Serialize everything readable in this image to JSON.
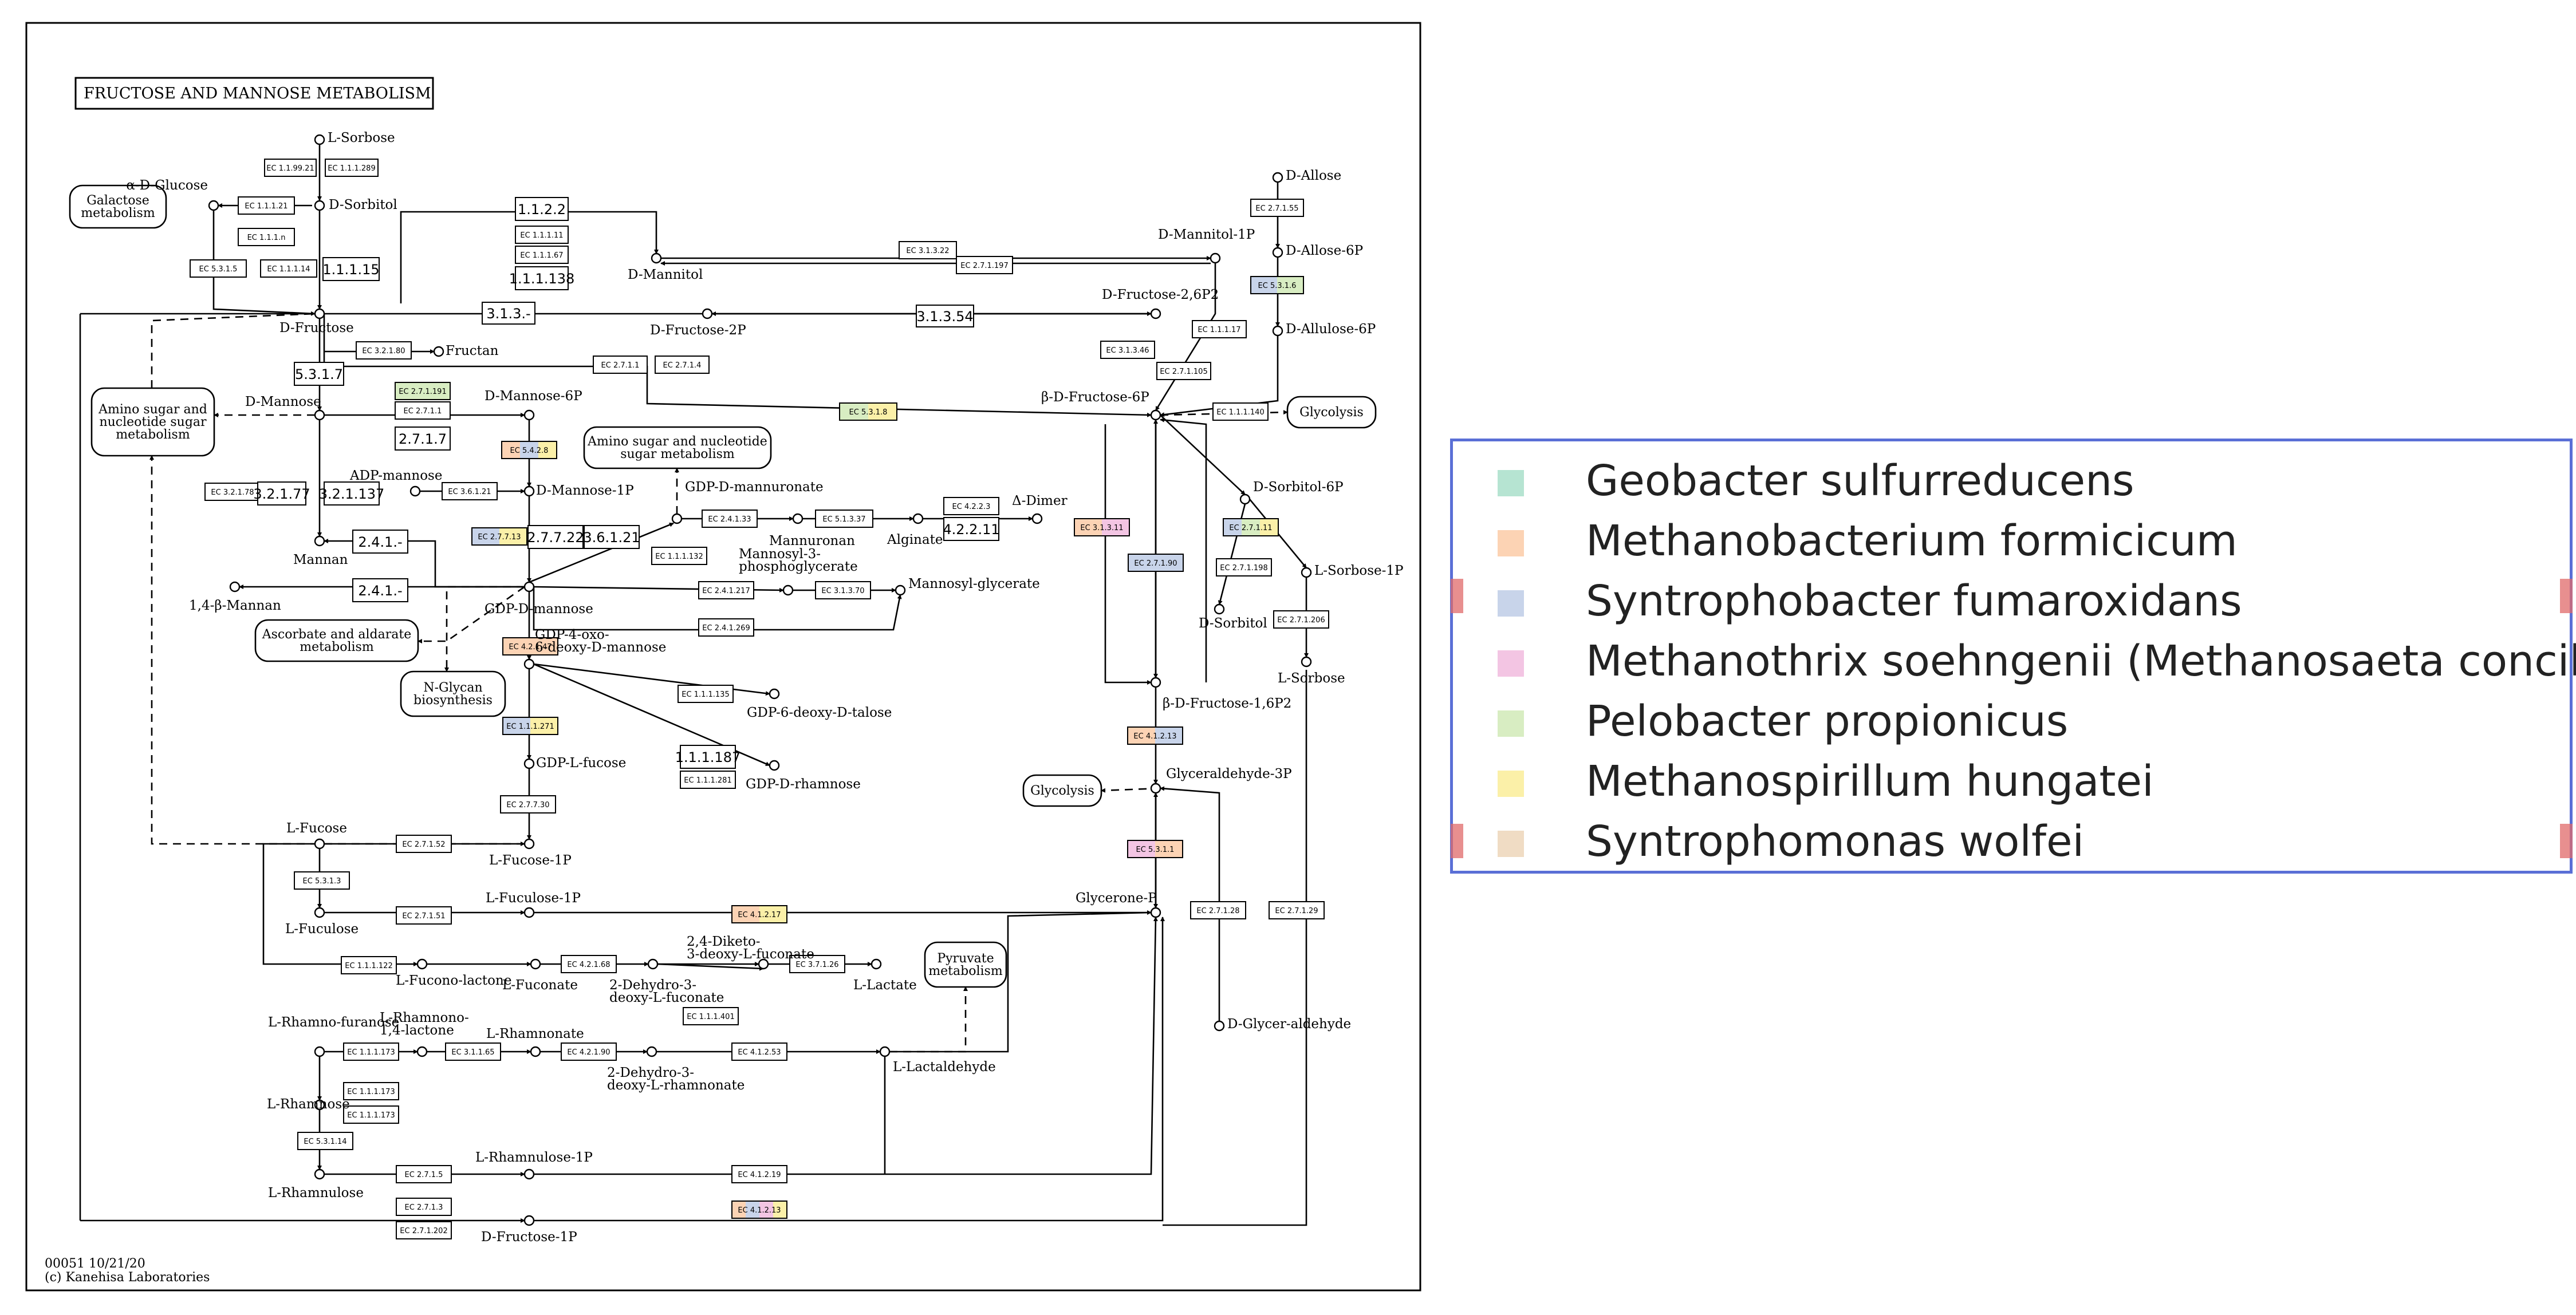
{
  "diagram": {
    "title": "FRUCTOSE AND MANNOSE METABOLISM",
    "footer_line1": "00051 10/21/20",
    "footer_line2": "(c) Kanehisa Laboratories",
    "compounds": [
      {
        "label": "L-Sorbose"
      },
      {
        "label": "α-D-Glucose"
      },
      {
        "label": "D-Sorbitol"
      },
      {
        "label": "D-Mannitol"
      },
      {
        "label": "D-Mannitol-1P"
      },
      {
        "label": "D-Fructose"
      },
      {
        "label": "Fructan"
      },
      {
        "label": "D-Fructose-2P"
      },
      {
        "label": "D-Fructose-2,6P2"
      },
      {
        "label": "D-Mannose"
      },
      {
        "label": "D-Mannose-6P"
      },
      {
        "label": "β-D-Fructose-6P"
      },
      {
        "label": "D-Allose"
      },
      {
        "label": "D-Allose-6P"
      },
      {
        "label": "D-Allulose-6P"
      },
      {
        "label": "ADP-mannose"
      },
      {
        "label": "D-Mannose-1P"
      },
      {
        "label": "GDP-D-mannuronate"
      },
      {
        "label": "Mannuronan"
      },
      {
        "label": "Alginate"
      },
      {
        "label": "Δ-Dimer"
      },
      {
        "label": "Mannan"
      },
      {
        "label": "1,4-β-Mannan"
      },
      {
        "label": "GDP-D-mannose"
      },
      {
        "label": "Mannosyl-3-phosphoglycerate"
      },
      {
        "label": "Mannosyl-glycerate"
      },
      {
        "label": "GDP-4-oxo-6-deoxy-D-mannose"
      },
      {
        "label": "GDP-6-deoxy-D-talose"
      },
      {
        "label": "GDP-L-fucose"
      },
      {
        "label": "GDP-D-rhamnose"
      },
      {
        "label": "D-Sorbitol-6P"
      },
      {
        "label": "L-Sorbose-1P"
      },
      {
        "label": "D-Sorbitol"
      },
      {
        "label": "L-Sorbose"
      },
      {
        "label": "β-D-Fructose-1,6P2"
      },
      {
        "label": "Glyceraldehyde-3P"
      },
      {
        "label": "L-Fucose"
      },
      {
        "label": "L-Fucose-1P"
      },
      {
        "label": "L-Fuculose"
      },
      {
        "label": "L-Fuculose-1P"
      },
      {
        "label": "Glycerone-P"
      },
      {
        "label": "L-Fucono-lactone"
      },
      {
        "label": "L-Fuconate"
      },
      {
        "label": "2,4-Diketo-3-deoxy-L-fuconate"
      },
      {
        "label": "2-Dehydro-3-deoxy-L-fuconate"
      },
      {
        "label": "L-Lactate"
      },
      {
        "label": "L-Rhamno-furanose"
      },
      {
        "label": "L-Rhamnono-1,4-lactone"
      },
      {
        "label": "L-Rhamnonate"
      },
      {
        "label": "2-Dehydro-3-deoxy-L-rhamnonate"
      },
      {
        "label": "L-Lactaldehyde"
      },
      {
        "label": "L-Rhamnose"
      },
      {
        "label": "L-Rhamnulose"
      },
      {
        "label": "L-Rhamnulose-1P"
      },
      {
        "label": "D-Fructose-1P"
      },
      {
        "label": "D-Glycer-aldehyde"
      }
    ],
    "maps": [
      {
        "label": "Galactose metabolism"
      },
      {
        "label": "Amino sugar and nucleotide sugar metabolism"
      },
      {
        "label": "Amino sugar and nucleotide sugar metabolism"
      },
      {
        "label": "Glycolysis"
      },
      {
        "label": "Ascorbate and aldarate metabolism"
      },
      {
        "label": "N-Glycan biosynthesis"
      },
      {
        "label": "Glycolysis"
      },
      {
        "label": "Pyruvate metabolism"
      }
    ],
    "enzymes": [
      {
        "label": "EC 1.1.99.21",
        "colors": []
      },
      {
        "label": "EC 1.1.1.289",
        "colors": []
      },
      {
        "label": "EC 1.1.1.21",
        "colors": []
      },
      {
        "label": "EC 1.1.1.n",
        "colors": []
      },
      {
        "label": "EC 5.3.1.5",
        "colors": []
      },
      {
        "label": "EC 1.1.1.14",
        "colors": []
      },
      {
        "label": "1.1.1.15",
        "colors": []
      },
      {
        "label": "1.1.2.2",
        "colors": []
      },
      {
        "label": "EC 1.1.1.11",
        "colors": []
      },
      {
        "label": "EC 1.1.1.67",
        "colors": []
      },
      {
        "label": "1.1.1.138",
        "colors": []
      },
      {
        "label": "EC 3.1.3.22",
        "colors": []
      },
      {
        "label": "EC 2.7.1.197",
        "colors": []
      },
      {
        "label": "EC 2.7.1.55",
        "colors": []
      },
      {
        "label": "EC 5.3.1.6",
        "colors": [
          "#c8d4ea",
          "#d8edc2"
        ]
      },
      {
        "label": "3.1.3.-",
        "colors": []
      },
      {
        "label": "3.1.3.54",
        "colors": []
      },
      {
        "label": "EC 3.2.1.80",
        "colors": []
      },
      {
        "label": "EC 2.7.1.1",
        "colors": []
      },
      {
        "label": "EC 2.7.1.4",
        "colors": []
      },
      {
        "label": "EC 3.1.3.46",
        "colors": []
      },
      {
        "label": "EC 1.1.1.17",
        "colors": []
      },
      {
        "label": "EC 2.7.1.105",
        "colors": []
      },
      {
        "label": "5.3.1.7",
        "colors": []
      },
      {
        "label": "EC 2.7.1.191",
        "colors": [
          "#d8edc2"
        ]
      },
      {
        "label": "EC 2.7.1.1",
        "colors": []
      },
      {
        "label": "2.7.1.7",
        "colors": []
      },
      {
        "label": "EC 5.3.1.8",
        "colors": [
          "#d8edc2",
          "#fbf0a8"
        ]
      },
      {
        "label": "EC 5.4.2.8",
        "colors": [
          "#fcd3b4",
          "#c8d4ea",
          "#fbf0a8"
        ]
      },
      {
        "label": "EC 3.2.1.78",
        "colors": []
      },
      {
        "label": "3.2.1.77",
        "colors": []
      },
      {
        "label": "3.2.1.137",
        "colors": []
      },
      {
        "label": "EC 3.6.1.21",
        "colors": []
      },
      {
        "label": "EC 2.7.7.13",
        "colors": [
          "#c8d4ea",
          "#fbf0a8"
        ]
      },
      {
        "label": "2.7.7.22",
        "colors": []
      },
      {
        "label": "3.6.1.21",
        "colors": []
      },
      {
        "label": "2.4.1.-",
        "colors": []
      },
      {
        "label": "2.4.1.-",
        "colors": []
      },
      {
        "label": "EC 2.4.1.33",
        "colors": []
      },
      {
        "label": "EC 5.1.3.37",
        "colors": []
      },
      {
        "label": "EC 4.2.2.3",
        "colors": []
      },
      {
        "label": "4.2.2.11",
        "colors": []
      },
      {
        "label": "EC 1.1.1.132",
        "colors": []
      },
      {
        "label": "EC 2.4.1.217",
        "colors": []
      },
      {
        "label": "EC 3.1.3.70",
        "colors": []
      },
      {
        "label": "EC 2.4.1.269",
        "colors": []
      },
      {
        "label": "EC 4.2.1.47",
        "colors": [
          "#fcd3b4"
        ]
      },
      {
        "label": "EC 1.1.1.135",
        "colors": []
      },
      {
        "label": "EC 1.1.1.271",
        "colors": [
          "#c8d4ea",
          "#fbf0a8"
        ]
      },
      {
        "label": "1.1.1.187",
        "colors": []
      },
      {
        "label": "EC 1.1.1.281",
        "colors": []
      },
      {
        "label": "EC 2.7.7.30",
        "colors": []
      },
      {
        "label": "EC 3.1.3.11",
        "colors": [
          "#fcd3b4",
          "#f3c5e3"
        ]
      },
      {
        "label": "EC 2.7.1.90",
        "colors": [
          "#c8d4ea"
        ]
      },
      {
        "label": "EC 2.7.1.11",
        "colors": [
          "#c8d4ea",
          "#d8edc2",
          "#fbf0a8"
        ]
      },
      {
        "label": "EC 1.1.1.140",
        "colors": []
      },
      {
        "label": "EC 2.7.1.198",
        "colors": []
      },
      {
        "label": "EC 2.7.1.206",
        "colors": []
      },
      {
        "label": "EC 4.1.2.13",
        "colors": [
          "#fcd3b4",
          "#c8d4ea"
        ]
      },
      {
        "label": "EC 5.3.1.1",
        "colors": [
          "#f3c5e3",
          "#fcd3b4"
        ]
      },
      {
        "label": "EC 2.7.1.52",
        "colors": []
      },
      {
        "label": "EC 5.3.1.3",
        "colors": []
      },
      {
        "label": "EC 2.7.1.51",
        "colors": []
      },
      {
        "label": "EC 4.1.2.17",
        "colors": [
          "#fcd3b4",
          "#fbf0a8"
        ]
      },
      {
        "label": "EC 2.7.1.28",
        "colors": []
      },
      {
        "label": "EC 2.7.1.29",
        "colors": []
      },
      {
        "label": "EC 1.1.1.122",
        "colors": []
      },
      {
        "label": "EC 4.2.1.68",
        "colors": []
      },
      {
        "label": "EC 1.1.1.401",
        "colors": []
      },
      {
        "label": "EC 3.7.1.26",
        "colors": []
      },
      {
        "label": "EC 1.1.1.173",
        "colors": []
      },
      {
        "label": "EC 3.1.1.65",
        "colors": []
      },
      {
        "label": "EC 4.2.1.90",
        "colors": []
      },
      {
        "label": "EC 4.1.2.53",
        "colors": []
      },
      {
        "label": "EC 1.1.1.173",
        "colors": []
      },
      {
        "label": "EC 1.1.1.173",
        "colors": []
      },
      {
        "label": "EC 5.3.1.14",
        "colors": []
      },
      {
        "label": "EC 2.7.1.5",
        "colors": []
      },
      {
        "label": "EC 4.1.2.19",
        "colors": []
      },
      {
        "label": "EC 2.7.1.3",
        "colors": []
      },
      {
        "label": "EC 2.7.1.202",
        "colors": []
      },
      {
        "label": "EC 4.1.2.13",
        "colors": [
          "#fcd3b4",
          "#c8d4ea",
          "#f3c5e3",
          "#fbf0a8"
        ]
      }
    ]
  },
  "legend": {
    "items": [
      {
        "label": "Geobacter sulfurreducens",
        "color": "#b6e4d2"
      },
      {
        "label": "Methanobacterium formicicum",
        "color": "#fcd3b4"
      },
      {
        "label": "Syntrophobacter fumaroxidans",
        "color": "#c8d4ea"
      },
      {
        "label": "Methanothrix soehngenii (Methanosaeta concilii)",
        "color": "#f3c5e3"
      },
      {
        "label": "Pelobacter propionicus",
        "color": "#d8edc2"
      },
      {
        "label": "Methanospirillum hungatei",
        "color": "#fbf0a8"
      },
      {
        "label": "Syntrophomonas wolfei",
        "color": "#f0dcc4"
      }
    ]
  }
}
